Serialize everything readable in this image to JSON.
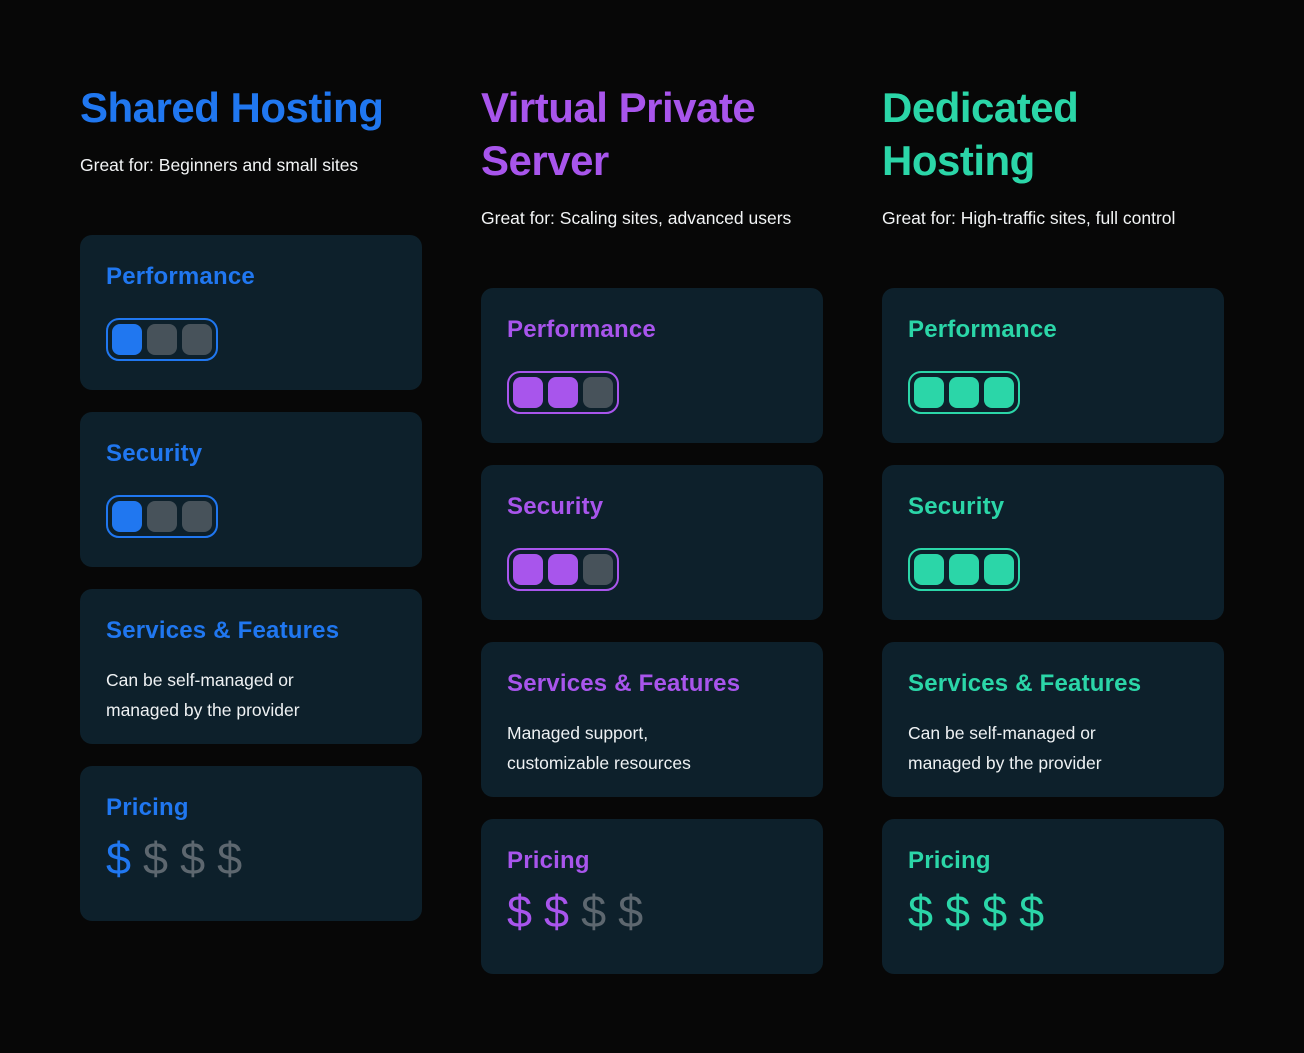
{
  "page": {
    "background": "#070707",
    "card_background": "#0d202b",
    "body_text_color": "#eef1f3",
    "meter_empty_color": "#47525a",
    "dollar_empty_color": "#5d676f",
    "meter_segments_total": 3,
    "dollar_total": 4
  },
  "columns": [
    {
      "title": "Shared Hosting",
      "tagline": "Great for: Beginners and small sites",
      "accent": "#2077f0",
      "cards": [
        {
          "label": "Performance",
          "type": "meter",
          "filled": 1
        },
        {
          "label": "Security",
          "type": "meter",
          "filled": 1
        },
        {
          "label": "Services & Features",
          "type": "text",
          "lines": [
            "Can be self-managed or",
            "managed by the provider"
          ]
        },
        {
          "label": "Pricing",
          "type": "dollars",
          "filled": 1
        }
      ]
    },
    {
      "title": "Virtual Private Server",
      "tagline": "Great for: Scaling sites, advanced users",
      "accent": "#a855ec",
      "cards": [
        {
          "label": "Performance",
          "type": "meter",
          "filled": 2
        },
        {
          "label": "Security",
          "type": "meter",
          "filled": 2
        },
        {
          "label": "Services & Features",
          "type": "text",
          "lines": [
            "Managed support,",
            "customizable resources"
          ]
        },
        {
          "label": "Pricing",
          "type": "dollars",
          "filled": 2
        }
      ]
    },
    {
      "title": "Dedicated Hosting",
      "tagline": "Great for: High-traffic sites, full control",
      "accent": "#2bd6a8",
      "cards": [
        {
          "label": "Performance",
          "type": "meter",
          "filled": 3
        },
        {
          "label": "Security",
          "type": "meter",
          "filled": 3
        },
        {
          "label": "Services & Features",
          "type": "text",
          "lines": [
            "Can be self-managed or",
            "managed by the provider"
          ]
        },
        {
          "label": "Pricing",
          "type": "dollars",
          "filled": 4
        }
      ]
    }
  ]
}
